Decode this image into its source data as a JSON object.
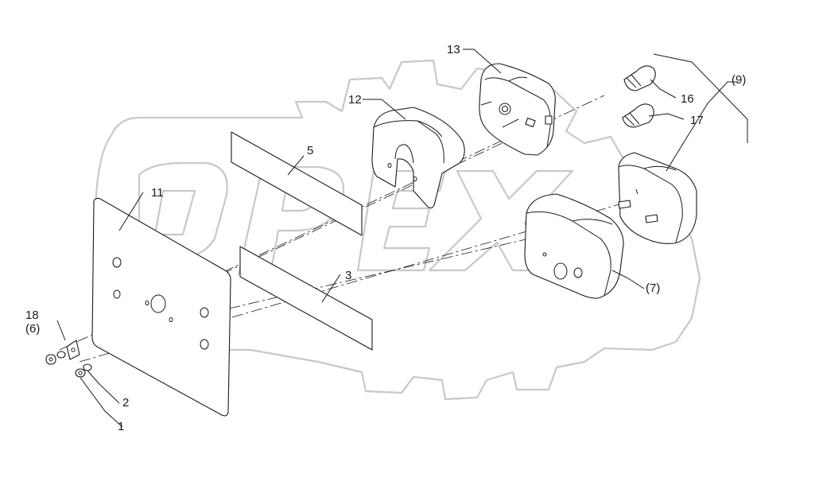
{
  "diagram": {
    "watermark_text": "OPEX",
    "callouts": {
      "c1": "1",
      "c2": "2",
      "c3": "3",
      "c5": "5",
      "c7": "(7)",
      "c9": "(9)",
      "c11": "11",
      "c12": "12",
      "c13": "13",
      "c16": "16",
      "c17": "17",
      "c18": "18",
      "c6": "(6)"
    }
  }
}
